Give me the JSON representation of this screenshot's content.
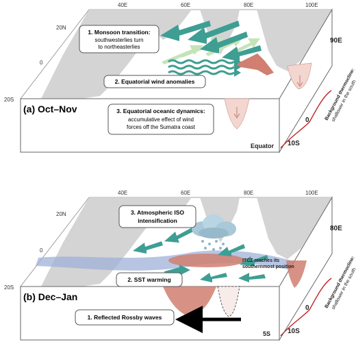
{
  "colors": {
    "ocean": "#ffffff",
    "land": "#d4d4d4",
    "wind_arrow": "#3f9e93",
    "wind_arrow_light": "#c4e4b8",
    "warm": "#d07f70",
    "warm_light": "#f3d6d0",
    "itcz": "#9fb2da",
    "thermocline": "#c21f1f",
    "rossby_arrow": "#000000"
  },
  "panel_a": {
    "title": "(a) Oct–Nov",
    "lon_labels": [
      "40E",
      "60E",
      "80E",
      "100E"
    ],
    "lat_labels": [
      "20N",
      "0",
      "20S"
    ],
    "right_labels": [
      "90E",
      "0",
      "10S"
    ],
    "bottom_label": "Equator",
    "thermocline_label_1": "Background thermocline:",
    "thermocline_label_2": "shallower in the south",
    "box1_title": "1. Monsoon transition:",
    "box1_line1": "southwesterlies turn",
    "box1_line2": "to northeasterlies",
    "box2_title": "2. Equatorial wind anomalies",
    "box3_title": "3. Equatorial oceanic dynamics:",
    "box3_line1": "accumulative effect of wind",
    "box3_line2": "forces off the Sumatra coast"
  },
  "panel_b": {
    "title": "(b) Dec–Jan",
    "lon_labels": [
      "40E",
      "60E",
      "80E",
      "100E"
    ],
    "lat_labels": [
      "20N",
      "0",
      "20S"
    ],
    "right_labels": [
      "80E",
      "0",
      "10S"
    ],
    "bottom_label": "5S",
    "thermocline_label_1": "Background thermocline:",
    "thermocline_label_2": "shallower in the south",
    "box3_title": "3. Atmospheric ISO",
    "box3_line1": "intensification",
    "box2_title": "2. SST warming",
    "box1_title": "1. Reflected Rossby waves",
    "itcz_line1": "ITCZ reaches its",
    "itcz_line2": "southernmost position"
  }
}
